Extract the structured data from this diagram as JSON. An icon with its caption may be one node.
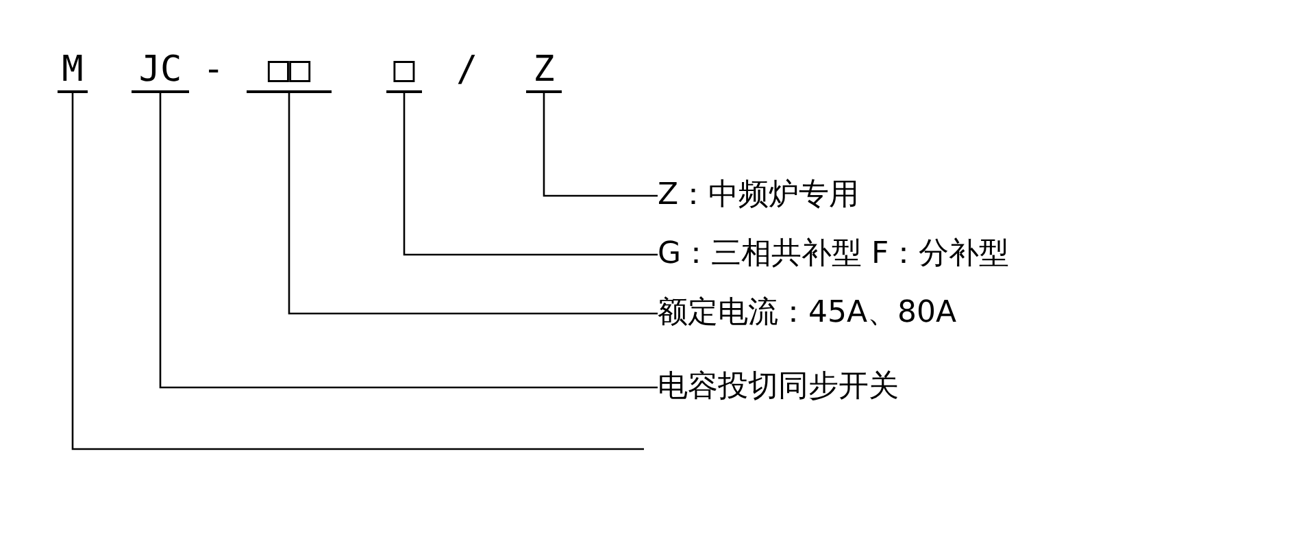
{
  "diagram": {
    "nodes": [
      {
        "text": [
          "M"
        ]
      },
      {
        "text": [
          "JC"
        ]
      },
      {
        "text": [
          "□□"
        ]
      },
      {
        "text": [
          "□"
        ]
      },
      {
        "text": [
          "Z"
        ]
      },
      {
        "text": [
          "Z：中频炉专用"
        ]
      },
      {
        "text": [
          "G：三相共补型 F：分补型"
        ]
      },
      {
        "text": [
          "额定电流：45A、80A"
        ]
      },
      {
        "text": [
          "电容投切同步开关"
        ]
      }
    ],
    "edges": [
      {
        "from": 4,
        "to": 5,
        "arrow": "none"
      },
      {
        "from": 3,
        "to": 6,
        "arrow": "none"
      },
      {
        "from": 2,
        "to": 7,
        "arrow": "none"
      },
      {
        "from": 1,
        "to": 8,
        "arrow": "none"
      },
      {
        "from": 0,
        "to": null,
        "arrow": "none"
      }
    ],
    "labels": [
      "-",
      "/"
    ]
  }
}
